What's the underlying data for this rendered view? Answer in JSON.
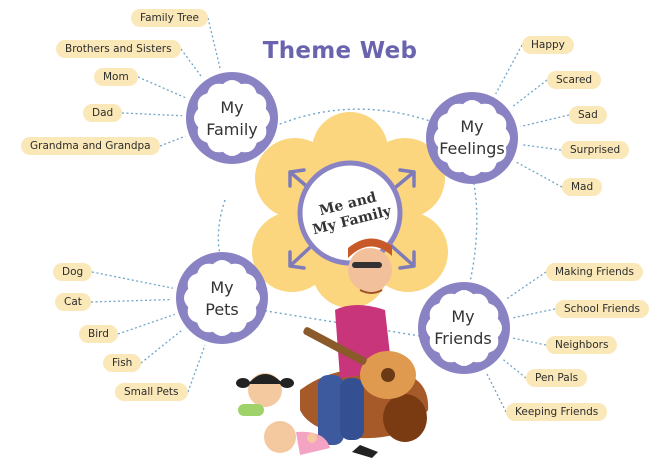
{
  "title": "Theme Web",
  "center": {
    "line1": "Me and",
    "line2": "My Family"
  },
  "colors": {
    "title": "#6a63ad",
    "ring": "#8a83c3",
    "connector": "#6fa6c8",
    "center_blob": "#fbd67f",
    "pill": "#fbe8b9",
    "arrow": "#7f7bb9"
  },
  "hubs": {
    "family": {
      "line1": "My",
      "line2": "Family",
      "items": [
        "Family Tree",
        "Brothers and Sisters",
        "Mom",
        "Dad",
        "Grandma and Grandpa"
      ]
    },
    "feelings": {
      "line1": "My",
      "line2": "Feelings",
      "items": [
        "Happy",
        "Scared",
        "Sad",
        "Surprised",
        "Mad"
      ]
    },
    "pets": {
      "line1": "My",
      "line2": "Pets",
      "items": [
        "Dog",
        "Cat",
        "Bird",
        "Fish",
        "Small Pets"
      ]
    },
    "friends": {
      "line1": "My",
      "line2": "Friends",
      "items": [
        "Making Friends",
        "School Friends",
        "Neighbors",
        "Pen Pals",
        "Keeping Friends"
      ]
    }
  },
  "illustration": [
    "man-with-guitar-illustration",
    "girl-illustration",
    "baby-illustration"
  ]
}
